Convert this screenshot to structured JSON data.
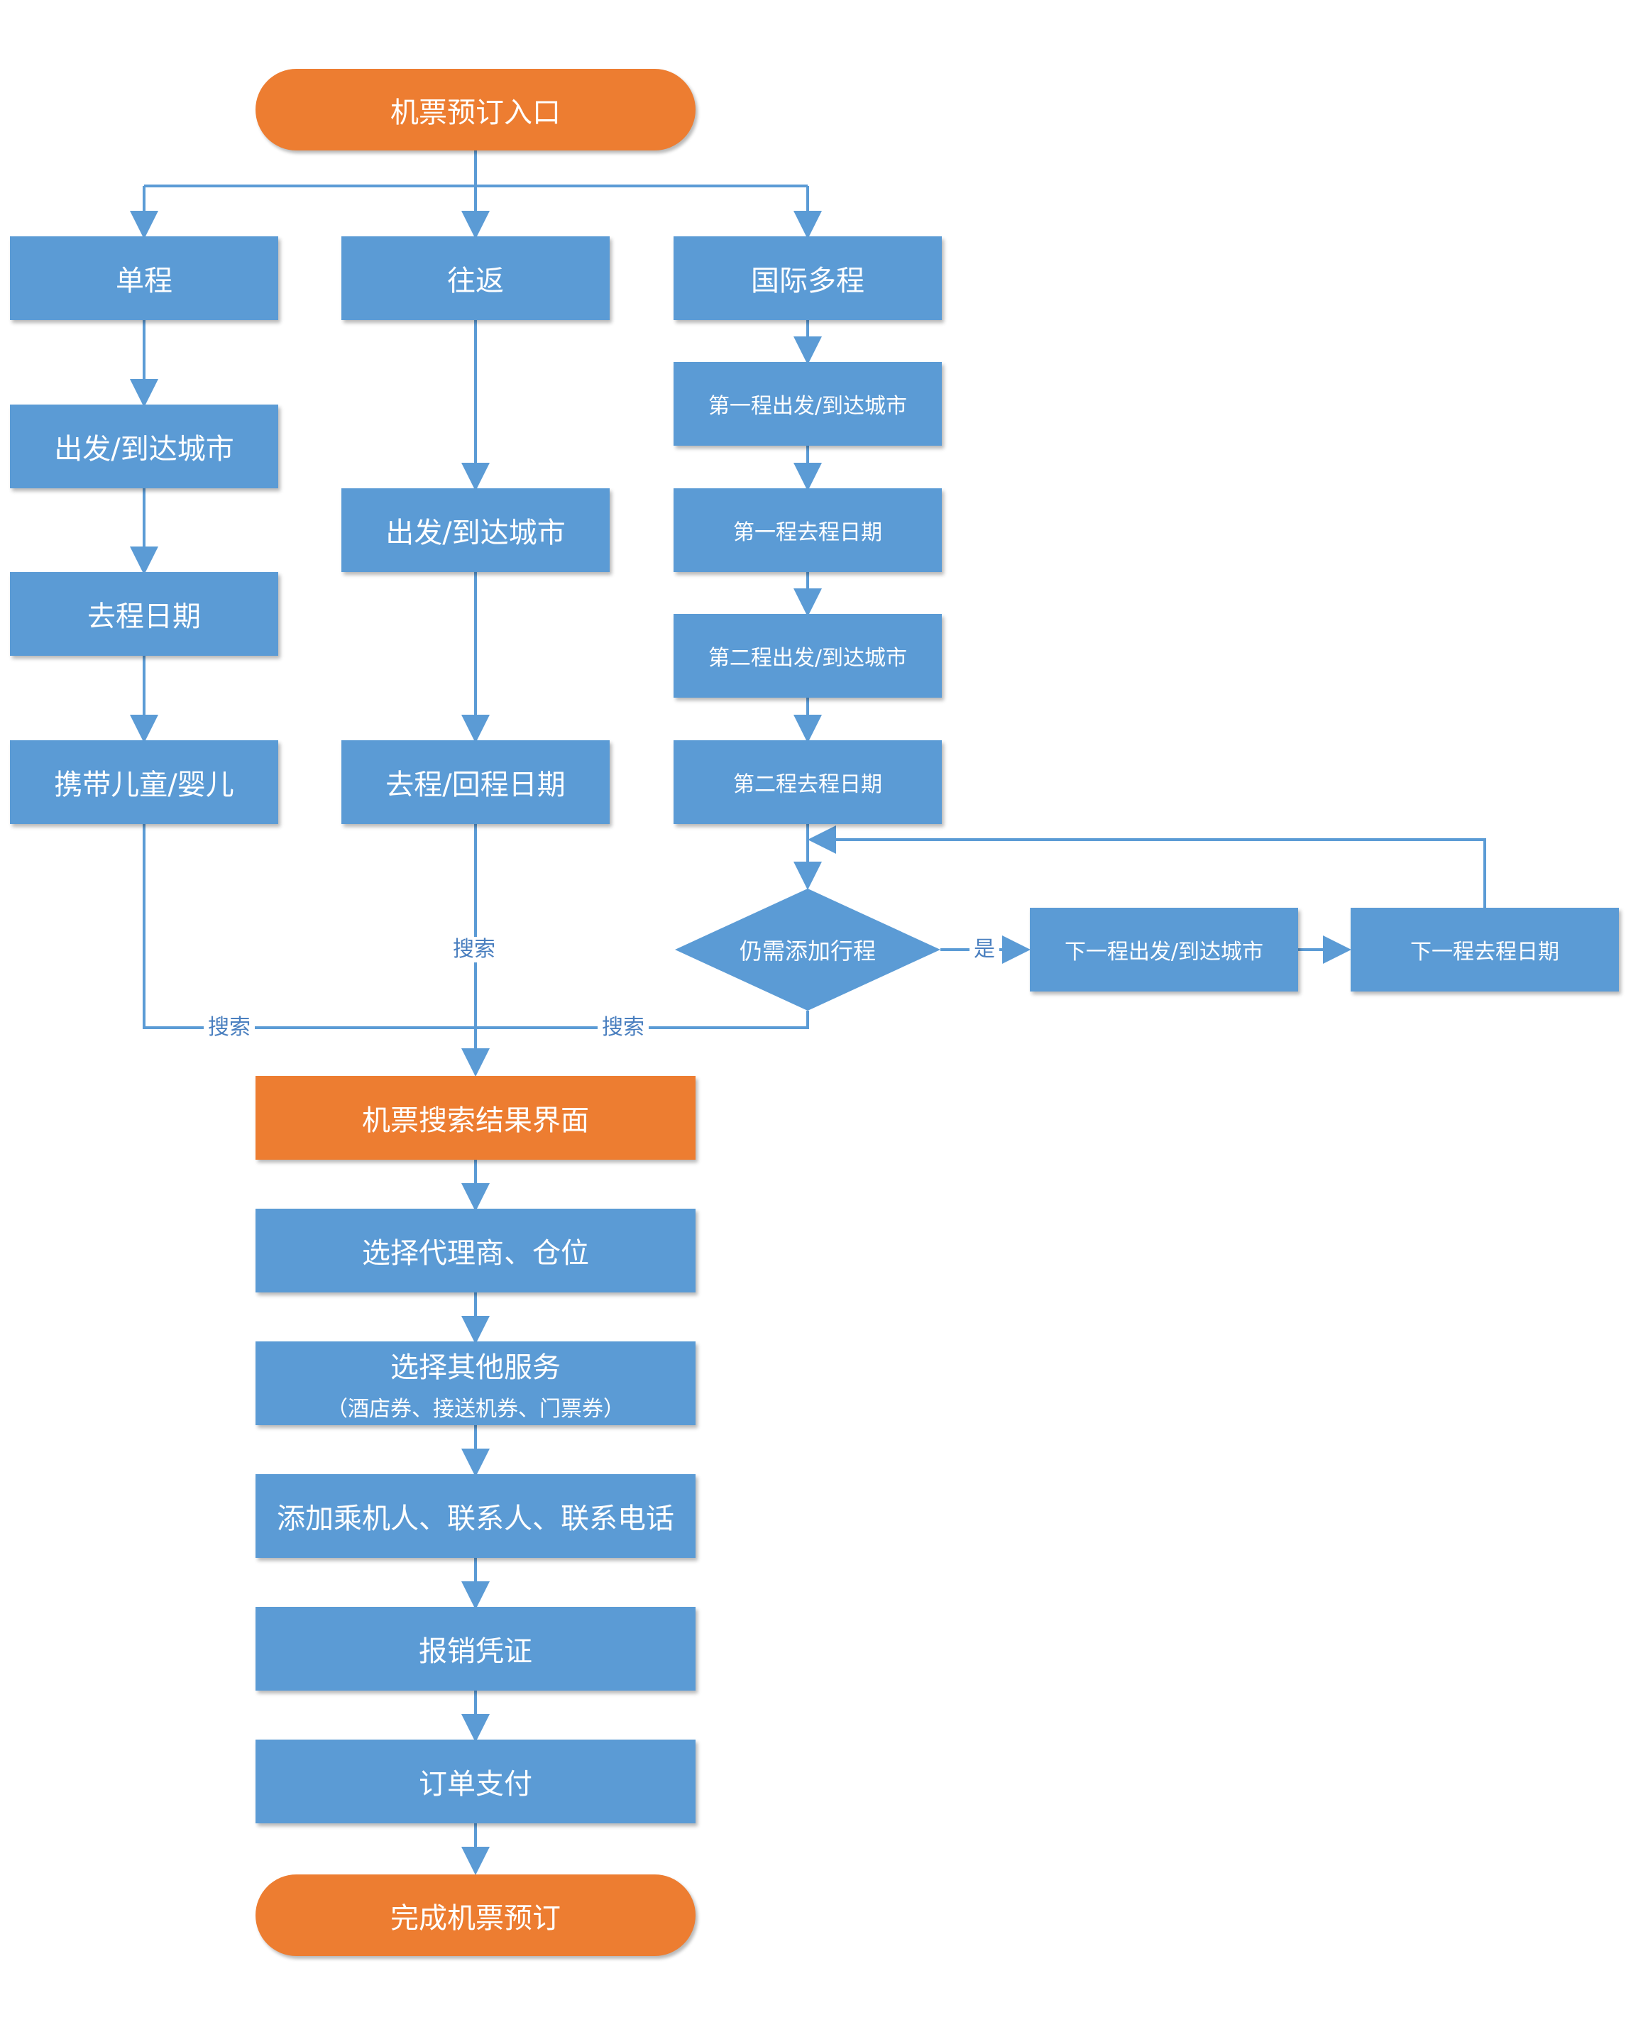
{
  "nodes": {
    "start": "机票预订入口",
    "one_way": "单程",
    "round_trip": "往返",
    "multi_city": "国际多程",
    "ow_city": "出发/到达城市",
    "ow_date": "去程日期",
    "ow_children": "携带儿童/婴儿",
    "rt_city": "出发/到达城市",
    "rt_dates": "去程/回程日期",
    "mc_leg1_city": "第一程出发/到达城市",
    "mc_leg1_date": "第一程去程日期",
    "mc_leg2_city": "第二程出发/到达城市",
    "mc_leg2_date": "第二程去程日期",
    "mc_add_more": "仍需添加行程",
    "mc_next_city": "下一程出发/到达城市",
    "mc_next_date": "下一程去程日期",
    "results": "机票搜索结果界面",
    "select_agent": "选择代理商、仓位",
    "select_services": "选择其他服务",
    "select_services_sub": "（酒店券、接送机券、门票券）",
    "add_passengers": "添加乘机人、联系人、联系电话",
    "receipt": "报销凭证",
    "payment": "订单支付",
    "end": "完成机票预订"
  },
  "edge_labels": {
    "search_ow": "搜索",
    "search_rt": "搜索",
    "search_mc": "搜索",
    "yes": "是"
  },
  "colors": {
    "process": "#5b9bd5",
    "terminal": "#ed7d31",
    "connector": "#5b9bd5"
  }
}
